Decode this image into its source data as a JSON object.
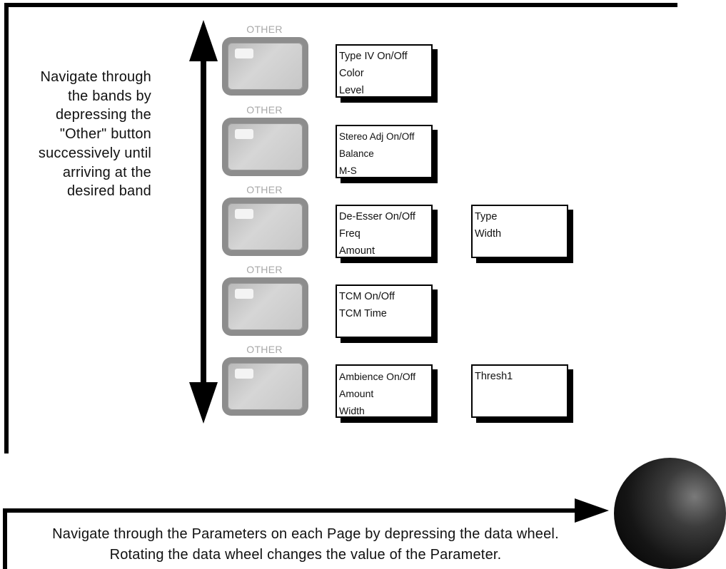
{
  "left_instructions": "Navigate through\nthe bands by\ndepressing the\n\"Other\" button\nsuccessively until\narriving at the\ndesired band",
  "bands": [
    {
      "button_label": "OTHER",
      "state": "active",
      "params": [
        "Type IV On/Off",
        "Color",
        "Level"
      ],
      "extra_params": []
    },
    {
      "button_label": "OTHER",
      "state": "inactive",
      "params": [
        "Stereo Adj On/Off",
        "Balance",
        "M-S"
      ],
      "extra_params": []
    },
    {
      "button_label": "OTHER",
      "state": "inactive",
      "params": [
        "De-Esser On/Off",
        "Freq",
        "Amount"
      ],
      "extra_params": [
        "Type",
        "Width"
      ]
    },
    {
      "button_label": "OTHER",
      "state": "inactive",
      "params": [
        "TCM On/Off",
        "TCM Time"
      ],
      "extra_params": []
    },
    {
      "button_label": "OTHER",
      "state": "inactive",
      "params": [
        "Ambience On/Off",
        "Amount",
        "Width"
      ],
      "extra_params": [
        "Thresh1"
      ]
    }
  ],
  "bottom_instructions": {
    "line1": "Navigate through the Parameters on each Page by depressing the data wheel.",
    "line2": "Rotating the data wheel changes the value of the Parameter."
  },
  "colors": {
    "active_button": "#000000",
    "inactive_button": "#8d8d8d",
    "inactive_label": "#a8a8a8"
  },
  "icons": {
    "band_nav": "double-headed-vertical-arrow",
    "parameter_nav": "right-arrow",
    "data_wheel": "sphere"
  }
}
